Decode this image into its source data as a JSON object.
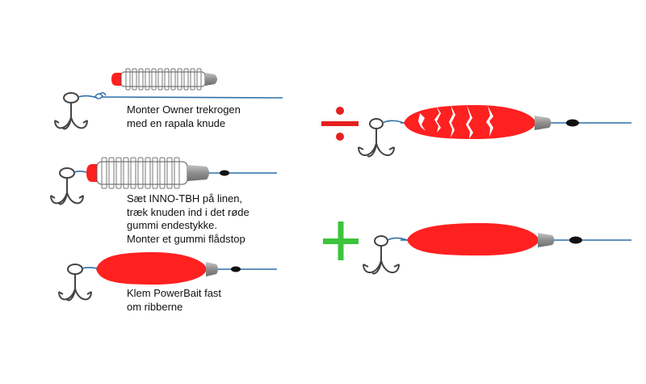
{
  "steps": [
    {
      "lines": [
        "Monter Owner trekrogen",
        "med en rapala knude"
      ]
    },
    {
      "lines": [
        "Sæt INNO-TBH på linen,",
        "træk knuden ind i det røde",
        "gummi endestykke.",
        "Monter et gummi flådstop"
      ]
    },
    {
      "lines": [
        "Klem PowerBait fast",
        "om ribberne"
      ]
    }
  ],
  "comparison": {
    "wrong": {
      "symbol": "divide-icon",
      "color": "#e62020"
    },
    "right": {
      "symbol": "plus-icon",
      "color": "#3cc43c"
    }
  },
  "colors": {
    "line": "#2f6fa8",
    "bait": "#ff2020",
    "hook": "#444444",
    "sinker_body": "#ffffff",
    "end_cap": "#999999",
    "stop_bead": "#111111"
  }
}
